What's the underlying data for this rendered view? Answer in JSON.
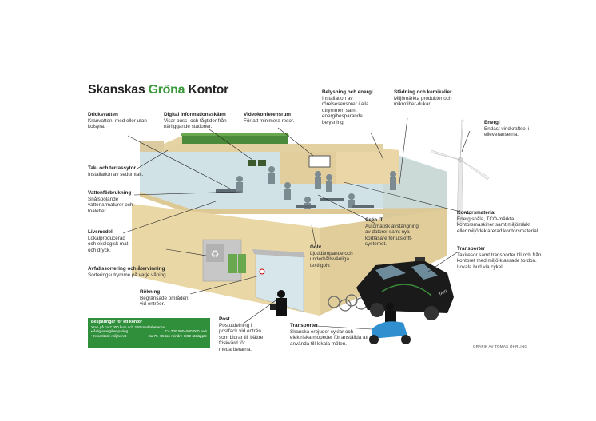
{
  "title": {
    "part1": "Skanskas ",
    "part2": "Gröna",
    "part3": " Kontor"
  },
  "labels": {
    "dricksvatten": {
      "heading": "Dricksvatten",
      "text": "Kranvatten, med eller utan kolsyra."
    },
    "tak": {
      "heading": "Tak- och terrassytor",
      "text": "Installation av sedumtak."
    },
    "vatten": {
      "heading": "Vattenförbrukning",
      "text": "Snålspolande vattenarmaturer och toaletter."
    },
    "livsmedel": {
      "heading": "Livsmedel",
      "text": "Lokalproducerad och ekologisk mat och dryck."
    },
    "avfall": {
      "heading": "Avfallssortering och återvinning",
      "text": "Sorteringsutrymme på varje våning."
    },
    "rokning": {
      "heading": "Rökning",
      "text": "Begränsade områden vid entréer."
    },
    "digital": {
      "heading": "Digital informationsskärm",
      "text": "Visar buss- och tågtider från närliggande stationer."
    },
    "video": {
      "heading": "Videokonferensrum",
      "text": "För att minimera resor."
    },
    "belysning": {
      "heading": "Belysning och energi",
      "text": "Installation av rörelsesensorer i alla utrymmen samt energibesparande belysning."
    },
    "stadning": {
      "heading": "Städning och kemikalier",
      "text": "Miljömärkta produkter och mikrofiber-dukar."
    },
    "energi": {
      "heading": "Energi",
      "text": "Endast vindkraftsel i elleveranserna."
    },
    "kontorsmaterial": {
      "heading": "Kontorsmaterial",
      "text": "Energisnåla, TCO-märkta kontorsmaskiner samt miljömärkt eller miljödeklarerad kontorsmaterial."
    },
    "gronit": {
      "heading": "Grön IT",
      "text": "Automatisk avstängning av datorer samt nya kortläsare för utskrift-systemet."
    },
    "golv": {
      "heading": "Golv",
      "text": "Ljuddämpande och underhållsvänliga textilgolv."
    },
    "transporter1": {
      "heading": "Transporter",
      "text": "Taxiresor samt transporter till och från kontoret med miljö-klassade fordon. Lokala bud via cykel."
    },
    "post": {
      "heading": "Post",
      "text": "Postutdelning i postfack vid entrén som bidrar till bättre friskvård för medarbetarna."
    },
    "transporter2": {
      "heading": "Transporter",
      "text": "Skanska erbjuder cyklar och elektriska mopeder för anställda att använda till lokala möten."
    }
  },
  "savings": {
    "title": "Besparingar för ett kontor",
    "subtitle": "Ytan på ca 7 000 kvm och 250 medarbetarna",
    "rows": [
      {
        "label": "• Årlig energibesparing",
        "value": "Ca 300 000–500 000 kwh"
      },
      {
        "label": "• Kvantitativ miljövinst",
        "value": "Ca 75–85 ton mindre CO2 utsläppte"
      }
    ]
  },
  "credit": "GRAFIK AV TOMAS ÖHRLING",
  "taxi_sign": "TAXI",
  "colors": {
    "green_title": "#3a9a3a",
    "savings_bg": "#2f8f3a",
    "roof": "#4a8a3a",
    "wall": "#e6d3a3",
    "glass": "#c8dde3"
  }
}
